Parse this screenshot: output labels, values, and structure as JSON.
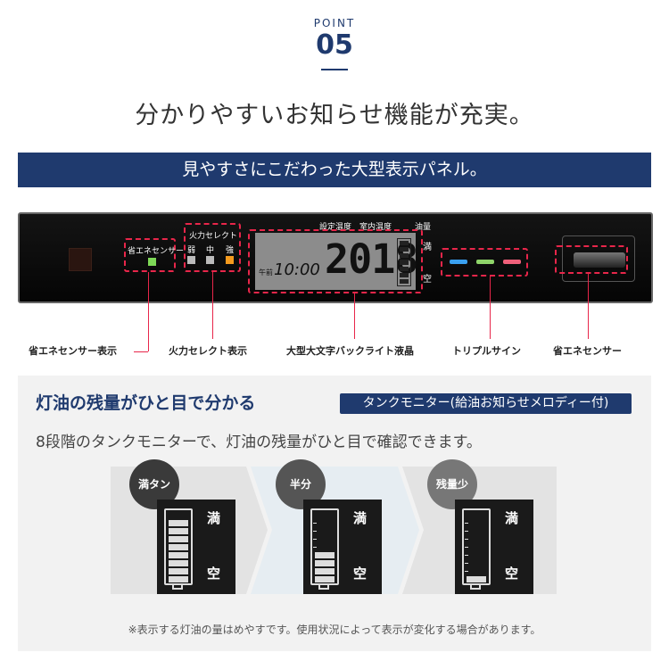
{
  "header": {
    "point_label": "POINT",
    "point_number": "05",
    "headline": "分かりやすいお知らせ機能が充実。",
    "banner": "見やすさにこだわった大型表示パネル。"
  },
  "panel": {
    "eco_sensor_label": "省エネセンサー",
    "fire_select_label": "火力セレクト",
    "fire_levels": [
      "弱",
      "中",
      "強"
    ],
    "set_temp_label": "設定温度",
    "room_temp_label": "室内温度",
    "oil_label": "油量",
    "full_char": "満",
    "empty_char": "空",
    "ampm": "午前",
    "time": "10:00",
    "set_temp_value": "20",
    "room_temp_value": "18",
    "colors": {
      "eco_led": "#7ed957",
      "led_off": "#bbbbbb",
      "led_strong": "#f59b1e",
      "triple_blue": "#3aa0f0",
      "triple_green": "#8fd46a",
      "triple_pink": "#f0607a"
    }
  },
  "labels": {
    "eco_sensor_display": "省エネセンサー表示",
    "fire_select_display": "火力セレクト表示",
    "large_lcd": "大型大文字バックライト液晶",
    "triple_sign": "トリプルサイン",
    "eco_sensor": "省エネセンサー"
  },
  "tank_section": {
    "title": "灯油の残量がひと目で分かる",
    "badge": "タンクモニター(給油お知らせメロディー付)",
    "description": "8段階のタンクモニターで、灯油の残量がひと目で確認できます。",
    "states": [
      {
        "label": "満タン",
        "filled": 8
      },
      {
        "label": "半分",
        "filled": 4
      },
      {
        "label": "残量少",
        "filled": 1
      }
    ],
    "full_char": "満",
    "empty_char": "空",
    "note": "※表示する灯油の量はめやすです。使用状況によって表示が変化する場合があります。"
  }
}
